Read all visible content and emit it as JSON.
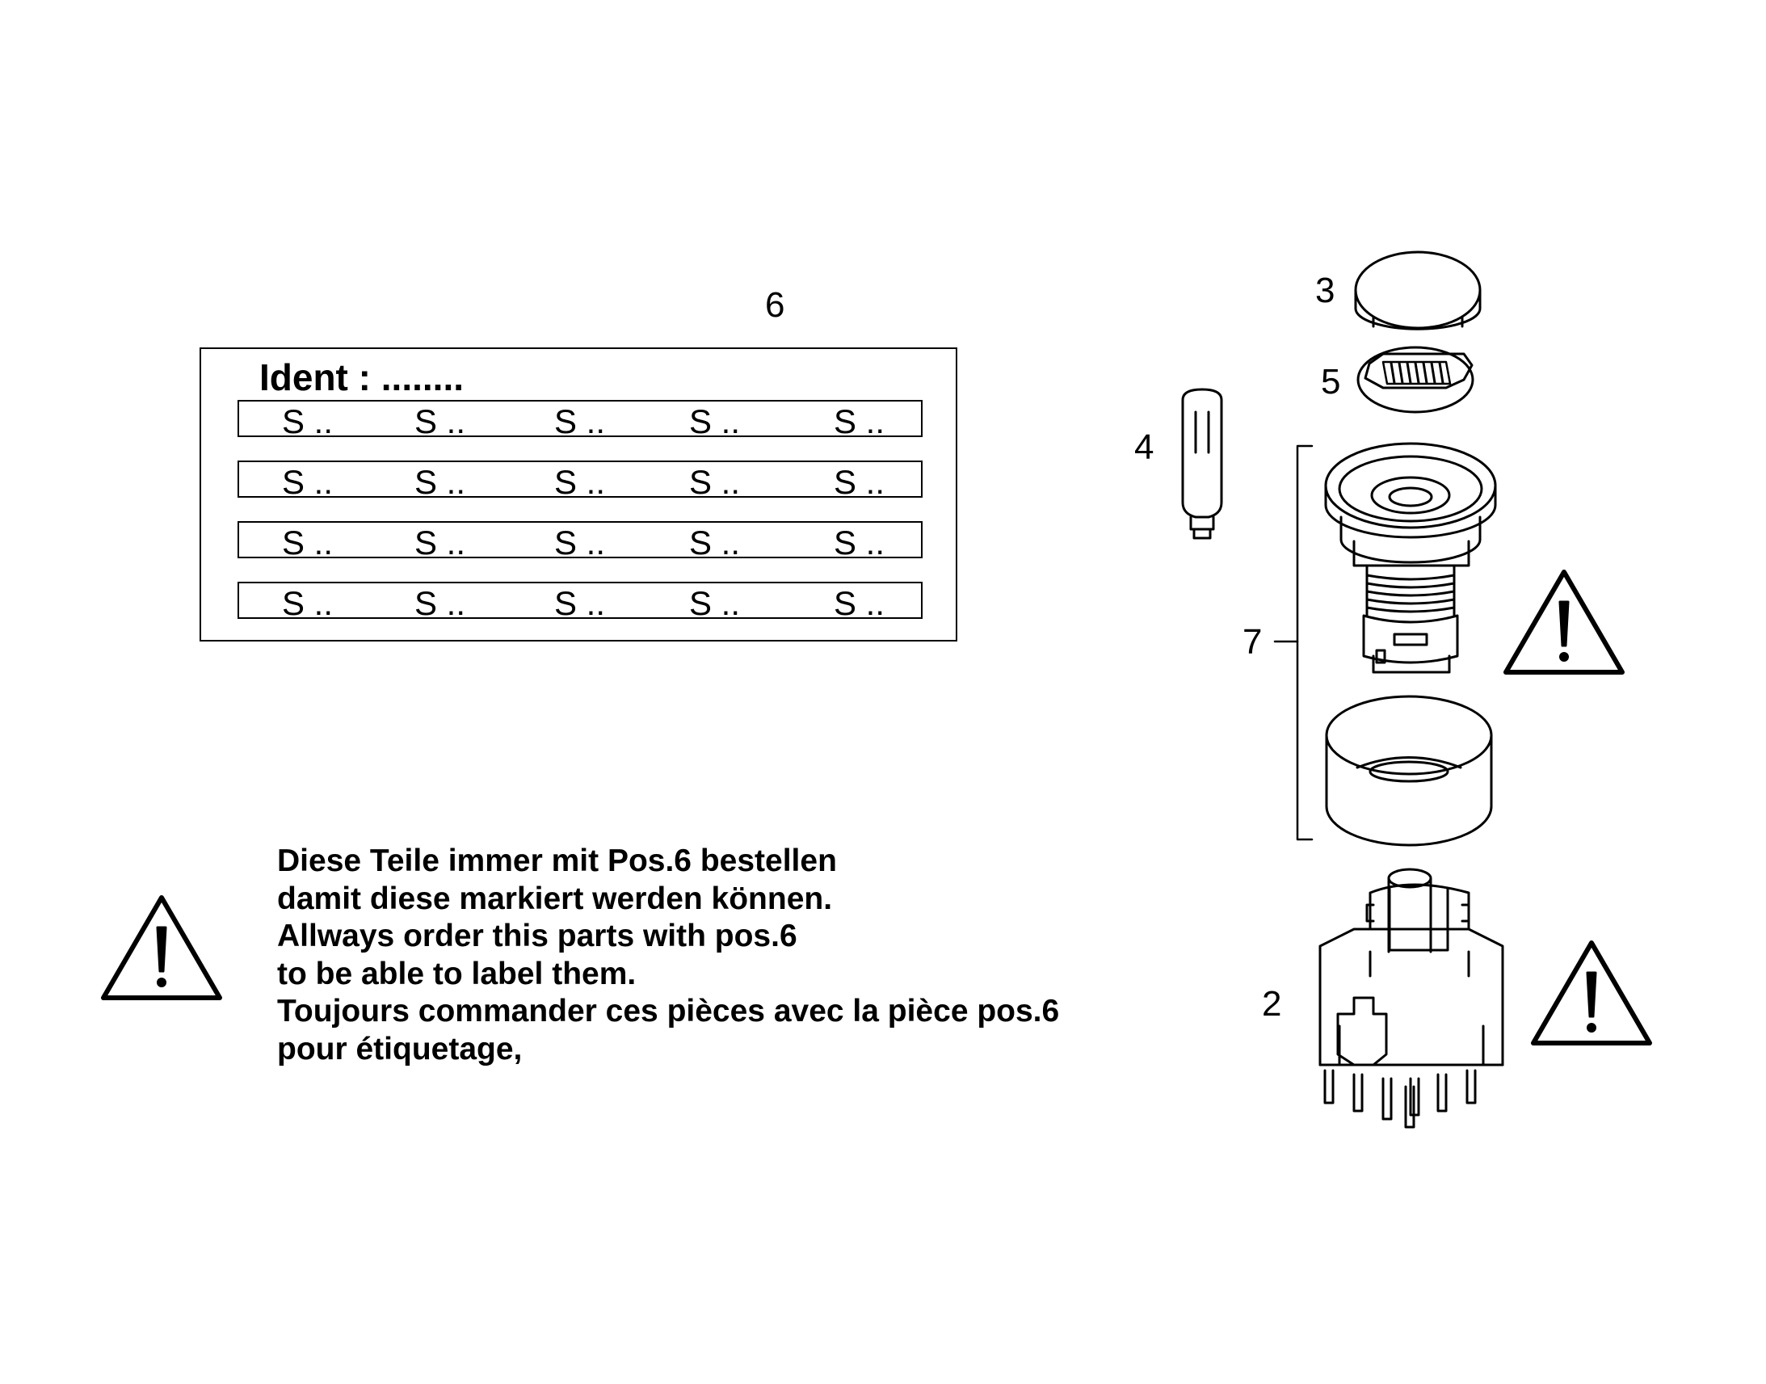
{
  "labels": {
    "label_sheet": "6",
    "cap": "3",
    "insert": "5",
    "lamp": "4",
    "actuator_assembly": "7",
    "switch_block": "2"
  },
  "label_sheet": {
    "ident": "Ident : ........",
    "rows": [
      [
        "S ..",
        "S ..",
        "S ..",
        "S ..",
        "S .."
      ],
      [
        "S ..",
        "S ..",
        "S ..",
        "S ..",
        "S .."
      ],
      [
        "S ..",
        "S ..",
        "S ..",
        "S ..",
        "S .."
      ],
      [
        "S ..",
        "S ..",
        "S ..",
        "S ..",
        "S .."
      ]
    ]
  },
  "note_lines": [
    "Diese Teile immer mit Pos.6   bestellen",
    "damit diese markiert werden können.",
    "Allways order this parts with pos.6",
    "to be able to label them.",
    "Toujours commander ces pièces avec la pièce pos.6",
    "pour étiquetage,"
  ],
  "icons": {
    "warning": "warning-triangle-icon"
  }
}
